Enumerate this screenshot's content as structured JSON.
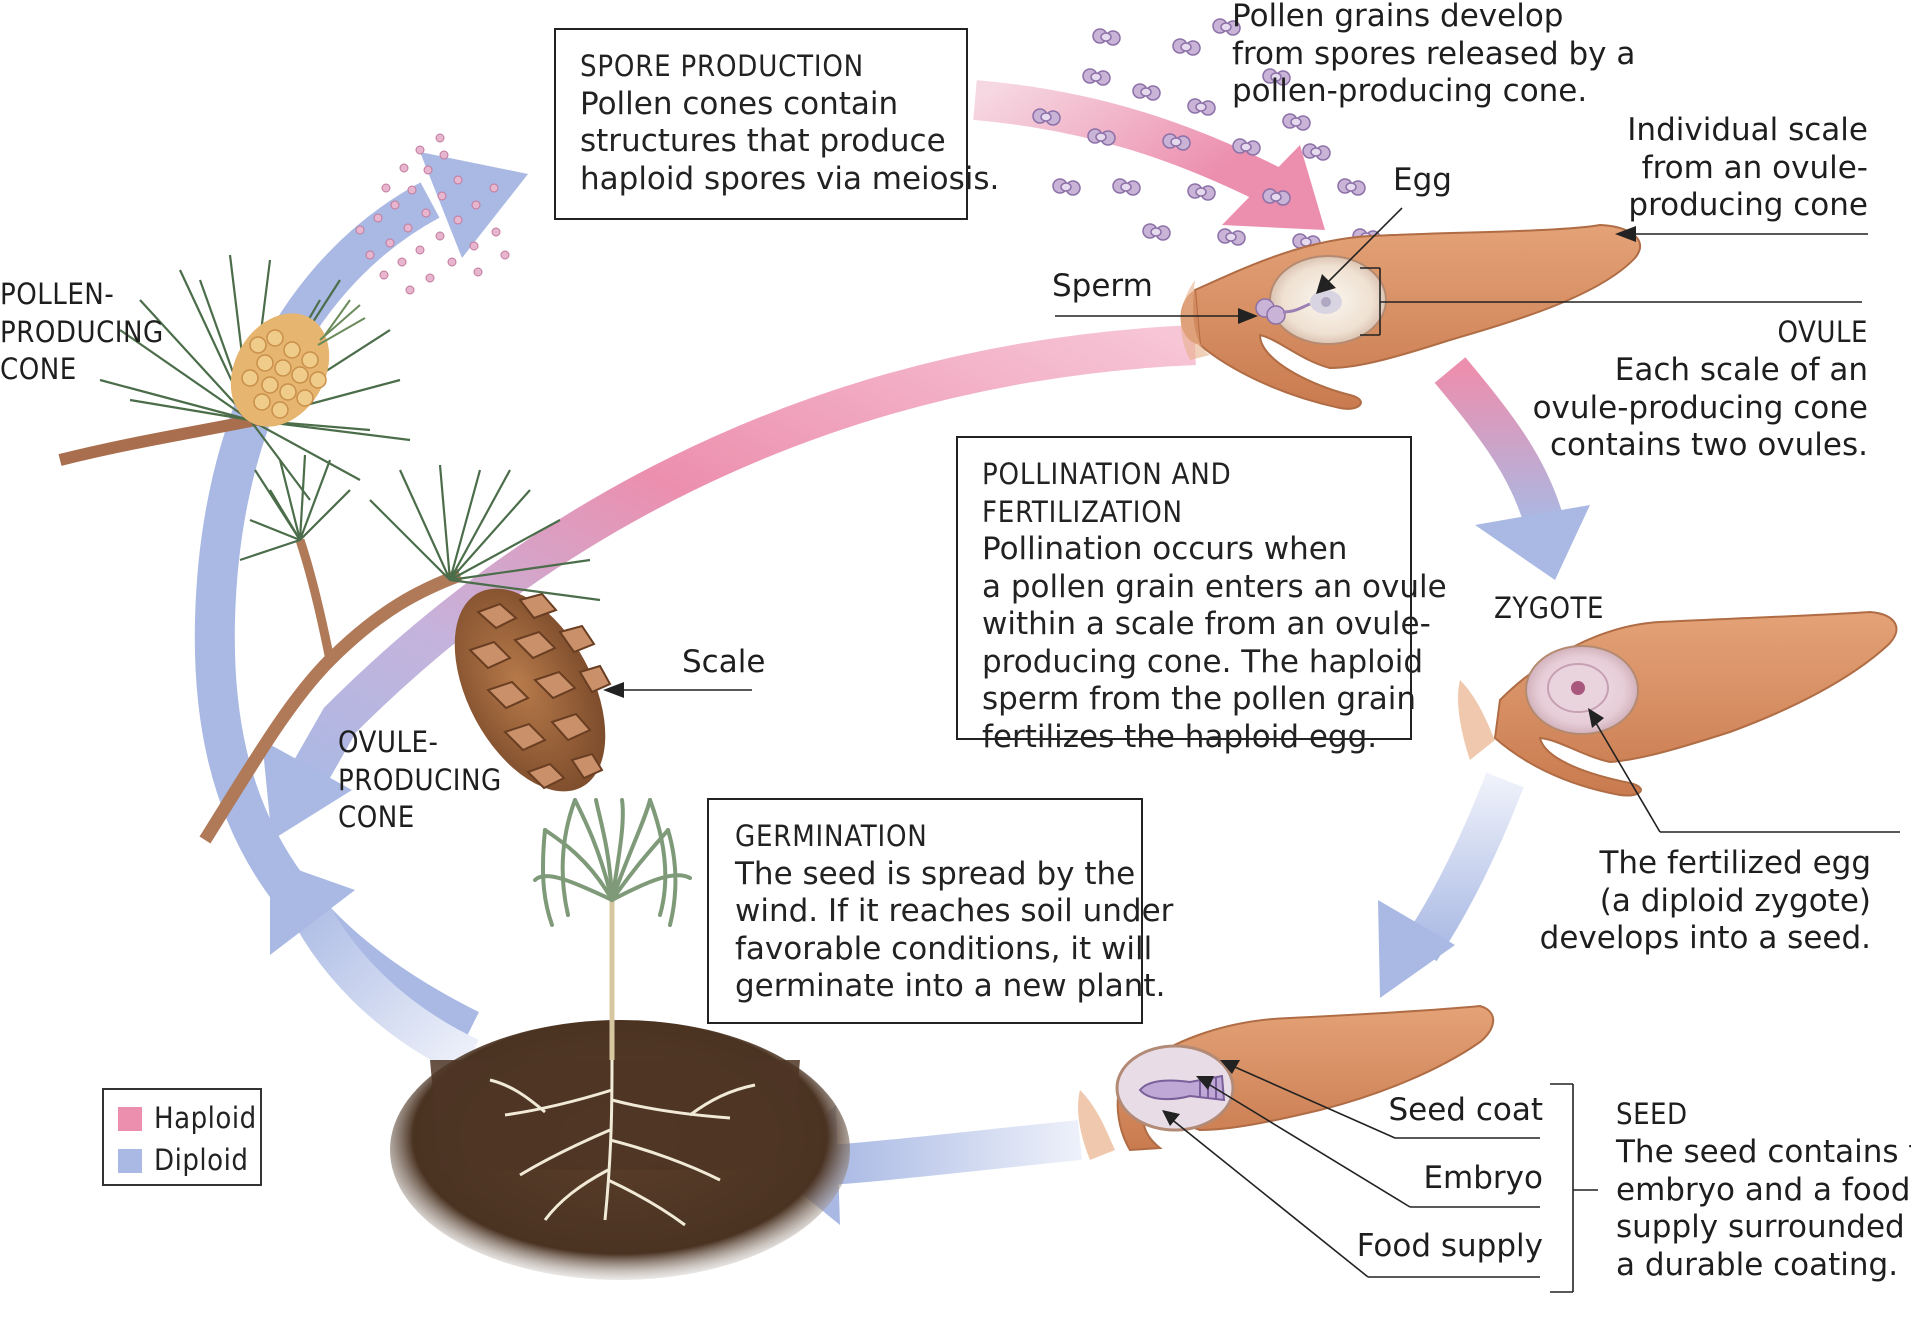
{
  "colors": {
    "haploid": "#ec8fae",
    "diploid": "#a9b9e4",
    "tissue": "#d5875a",
    "box_border": "#222222"
  },
  "stages": {
    "spore_production": {
      "title": "SPORE PRODUCTION",
      "text": "Pollen cones contain\nstructures that produce\nhaploid spores via meiosis."
    },
    "pollination": {
      "title": "POLLINATION AND FERTILIZATION",
      "text": "Pollination occurs when\na pollen grain enters an ovule\nwithin a scale from an ovule-\nproducing cone. The haploid\nsperm from the pollen grain\nfertilizes the haploid egg."
    },
    "germination": {
      "title": "GERMINATION",
      "text": "The seed is spread by the\nwind. If it reaches soil under\nfavorable conditions, it will\ngerminate into a new plant."
    }
  },
  "labels": {
    "pollen_grains": "Pollen grains develop\nfrom spores released by a\npollen-producing cone.",
    "individual_scale": "Individual scale\nfrom an ovule-\nproducing cone",
    "egg": "Egg",
    "sperm": "Sperm",
    "ovule_title": "OVULE",
    "ovule_text": "Each scale of an\novule-producing cone\ncontains two ovules.",
    "zygote": "ZYGOTE",
    "fertilized_egg": "The fertilized egg\n(a diploid zygote)\ndevelops into a seed.",
    "seed_coat": "Seed coat",
    "embryo": "Embryo",
    "food_supply": "Food supply",
    "seed_title": "SEED",
    "seed_text": "The seed contains the\nembryo and a food\nsupply surrounded by\na durable coating.",
    "pollen_cone": "POLLEN-\nPRODUCING\nCONE",
    "ovule_cone": "OVULE-\nPRODUCING\nCONE",
    "scale": "Scale"
  },
  "legend": {
    "haploid": "Haploid",
    "diploid": "Diploid"
  }
}
